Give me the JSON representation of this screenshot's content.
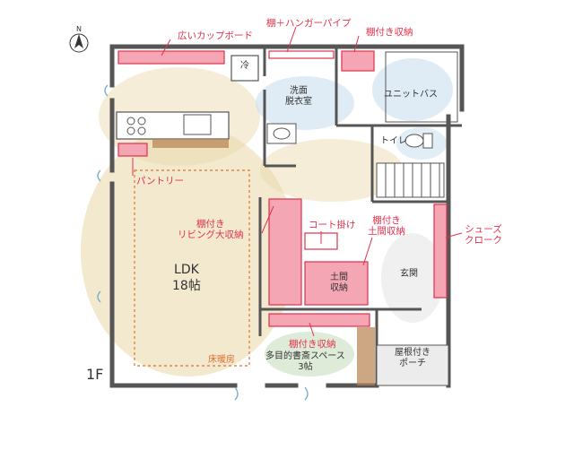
{
  "floor_label": "1F",
  "compass": {
    "letter": "N"
  },
  "rooms": {
    "ldk": {
      "name": "LDK",
      "size": "18帖"
    },
    "washroom": {
      "line1": "洗面",
      "line2": "脱衣室"
    },
    "unit_bath": "ユニットバス",
    "toilet": "トイレ",
    "fridge": "冷",
    "genkan": "玄関",
    "doma_storage": {
      "line1": "土間",
      "line2": "収納"
    },
    "study": {
      "line1": "多目的書斎スペース",
      "line2": "3帖"
    },
    "porch": {
      "line1": "屋根付き",
      "line2": "ポーチ"
    }
  },
  "annotations": {
    "wide_cupboard": "広いカップボード",
    "shelf_hanger": "棚＋ハンガーパイプ",
    "shelf_storage_top": "棚付き収納",
    "pantry": "パントリー",
    "living_storage": {
      "line1": "棚付き",
      "line2": "リビング大収納"
    },
    "coat_hook": "コート掛け",
    "doma_shelf": {
      "line1": "棚付き",
      "line2": "土間収納"
    },
    "shoes_cloak": {
      "line1": "シューズ",
      "line2": "クローク"
    },
    "study_shelf": "棚付き収納",
    "floor_heating": "床暖房"
  },
  "colors": {
    "storage_fill": "#f4a6b4",
    "storage_stroke": "#e0314b",
    "wall": "#555555",
    "floor_warm": "#e8d7a8",
    "bath_blue": "#c9e0ef",
    "study_green": "#cfe3c8",
    "door_blue": "#7aaecb",
    "heating_dash": "#e07030",
    "counter_wood": "#b8824e"
  }
}
